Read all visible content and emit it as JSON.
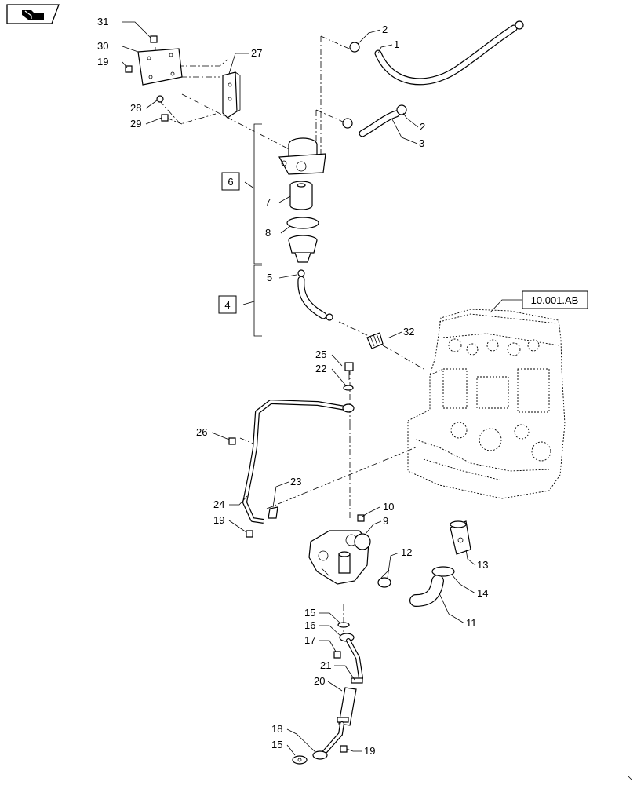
{
  "reference_label": "10.001.AB",
  "group_labels": [
    {
      "id": "grp-6",
      "text": "6"
    },
    {
      "id": "grp-4",
      "text": "4"
    }
  ],
  "callouts": {
    "c31": "31",
    "c30": "30",
    "c19a": "19",
    "c27": "27",
    "c28": "28",
    "c29": "29",
    "c2a": "2",
    "c1": "1",
    "c2b": "2",
    "c3": "3",
    "c7": "7",
    "c8": "8",
    "c5": "5",
    "c32": "32",
    "c25": "25",
    "c22": "22",
    "c26": "26",
    "c23": "23",
    "c24": "24",
    "c19b": "19",
    "c10": "10",
    "c9": "9",
    "c12": "12",
    "c13": "13",
    "c14": "14",
    "c11": "11",
    "c15a": "15",
    "c16": "16",
    "c17": "17",
    "c21": "21",
    "c20": "20",
    "c18": "18",
    "c15b": "15",
    "c19c": "19"
  },
  "icons": {
    "corner": "page-turn-icon"
  }
}
